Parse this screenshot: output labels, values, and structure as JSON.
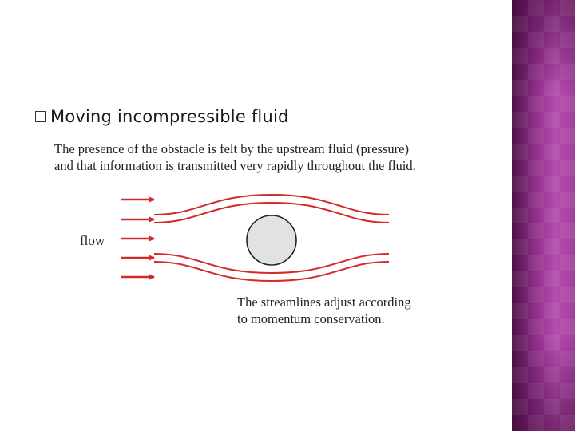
{
  "slide": {
    "bullet_glyph": "box",
    "heading": "Moving incompressible fluid"
  },
  "diagram": {
    "top_caption": [
      "The presence of the obstacle is felt by the upstream fluid (pressure)",
      "and that information is transmitted very rapidly throughout the fluid."
    ],
    "flow_label": "flow",
    "bottom_caption": [
      "The streamlines adjust according",
      "to momentum conservation."
    ],
    "arrow_count": 5,
    "streamline_count": 4,
    "colors": {
      "streamline": "#d42a2a",
      "obstacle_fill": "#e2e2e2",
      "obstacle_stroke": "#222222",
      "side_band": "#9a3a94"
    }
  }
}
